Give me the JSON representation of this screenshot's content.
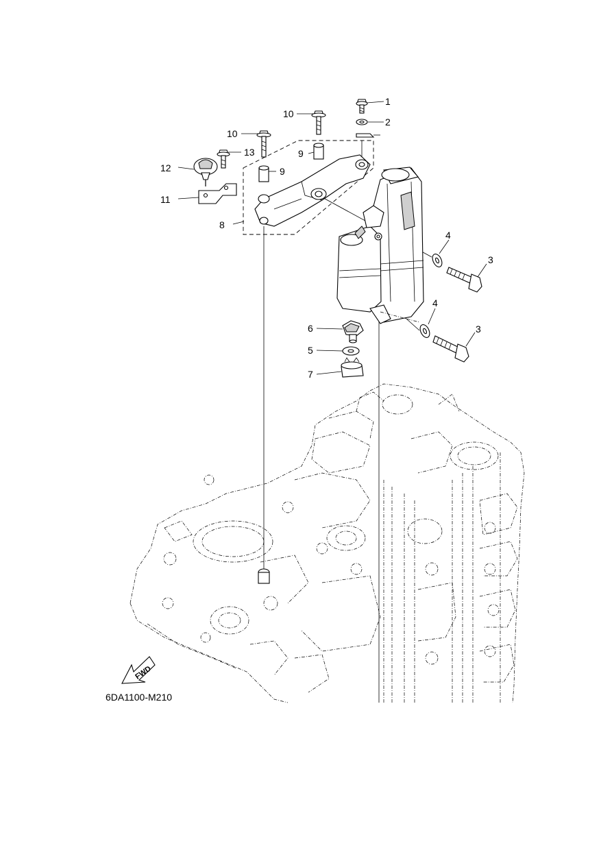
{
  "diagram": {
    "callouts": {
      "c1": "1",
      "c2": "2",
      "c3a": "3",
      "c3b": "3",
      "c4a": "4",
      "c4b": "4",
      "c5": "5",
      "c6": "6",
      "c7": "7",
      "c8": "8",
      "c9a": "9",
      "c9b": "9",
      "c10a": "10",
      "c10b": "10",
      "c11": "11",
      "c12": "12",
      "c13": "13"
    },
    "fwd_label": "FWD",
    "diagram_code": "6DA1100-M210"
  }
}
